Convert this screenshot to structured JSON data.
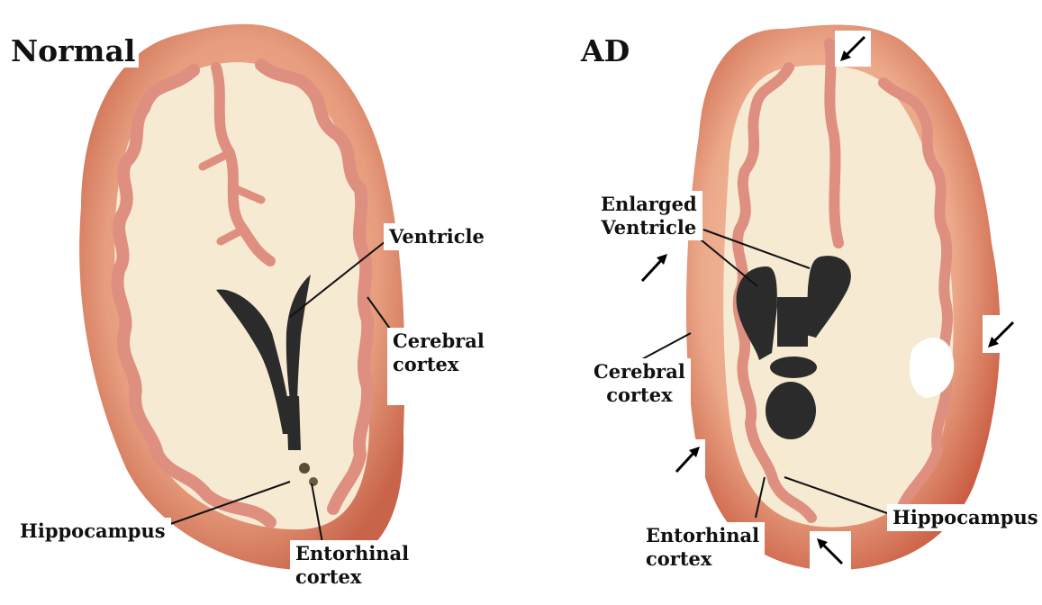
{
  "panels": {
    "normal": {
      "title": "Normal",
      "labels": {
        "ventricle": "Ventricle",
        "cerebral_cortex": "Cerebral\ncortex",
        "hippocampus": "Hippocampus",
        "entorhinal_cortex": "Entorhinal\ncortex"
      }
    },
    "ad": {
      "title": "AD",
      "labels": {
        "enlarged_ventricle": "Enlarged\nVentricle",
        "cerebral_cortex": "Cerebral\ncortex",
        "hippocampus": "Hippocampus",
        "entorhinal_cortex": "Entorhinal\ncortex"
      }
    }
  },
  "colors": {
    "cortex_outer": "#e49a80",
    "gyri": "#de8f80",
    "white_matter": "#f6ead2",
    "ventricle": "#2b2b2b",
    "arrow": "#000000"
  }
}
